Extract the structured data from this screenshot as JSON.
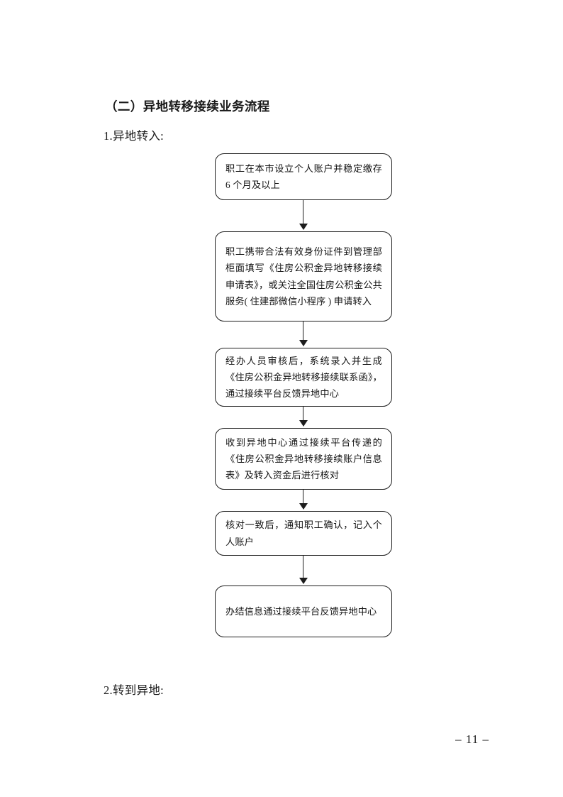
{
  "document": {
    "heading": "（二）异地转移接续业务流程",
    "subsection_1": "1.异地转入:",
    "subsection_2": "2.转到异地:",
    "page_number": "– 11 –",
    "ink_color": "#1a1a1a",
    "paper_color": "#ffffff"
  },
  "flowchart": {
    "type": "vertical-flow",
    "direction": "top-to-bottom",
    "node_count": 6,
    "connector_count": 5,
    "nodes": [
      {
        "id": "node-1",
        "step": 1,
        "text": "职工在本市设立个人账户并稳定缴存 6 个月及以上"
      },
      {
        "id": "node-2",
        "step": 2,
        "text": "职工携带合法有效身份证件到管理部柜面填写《住房公积金异地转移接续申请表》，或关注全国住房公积金公共服务( 住建部微信小程序 ) 申请转入"
      },
      {
        "id": "node-3",
        "step": 3,
        "text": "经办人员审核后，系统录入并生成《住房公积金异地转移接续联系函》，通过接续平台反馈异地中心"
      },
      {
        "id": "node-4",
        "step": 4,
        "text": "收到异地中心通过接续平台传递的《住房公积金异地转移接续账户信息表》及转入资金后进行核对"
      },
      {
        "id": "node-5",
        "step": 5,
        "text": "核对一致后，通知职工确认，记入个人账户"
      },
      {
        "id": "node-6",
        "step": 6,
        "text": "办结信息通过接续平台反馈异地中心"
      }
    ]
  }
}
